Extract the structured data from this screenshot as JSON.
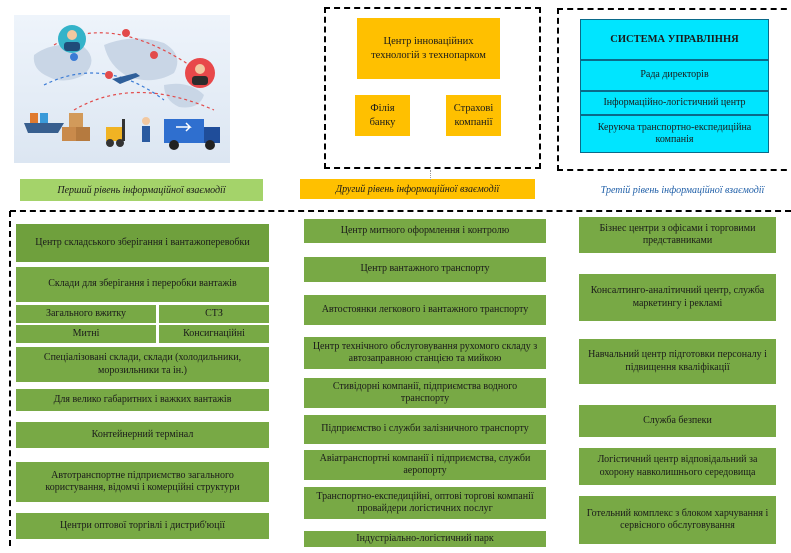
{
  "level1_label": "Перший рівень інформаційної взаємодії",
  "level2_label": "Другий рівень інформаційної взаємодії",
  "level3_label": "Третій рівень інформаційної взаємодії",
  "level2": {
    "innovation_center": "Центр інноваційних технологій з технопарком",
    "bank_branch": "Філія банку",
    "insurance": "Страхові компанії"
  },
  "level3": {
    "title": "СИСТЕМА УПРАВЛІННЯ",
    "board": "Рада директорів",
    "info_center": "Інформаційно-логістичний центр",
    "managing_company": "Керуюча транспортно-експедиційна компанія"
  },
  "left": {
    "warehouse_center": "Центр складського зберігання і вантажоперевобки",
    "storage": "Склади для зберігання і переробки вантажів",
    "general_use": "Загального вжитку",
    "stz": "СТЗ",
    "customs": "Митні",
    "consignment": "Консигнаційні",
    "specialized": "Спеціалізовані склади, склади (холодильники, морозильники та ін.)",
    "oversized": "Для велико габаритних і важких вантажів",
    "container": "Контейнерний термінал",
    "motor_transport": "Автотранспортне підприємство загального користування, відомчі і комерційні структури",
    "wholesale": "Центри оптової торгівлі і дистриб'юції"
  },
  "middle": [
    "Центр митного оформлення і контролю",
    "Центр вантажного транспорту",
    "Автостоянки легкового і вантажного транспорту",
    "Центр технічного обслуговування рухомого складу з автозаправною станцією та мийкою",
    "Стивідорні компанії, підприємства водного транспорту",
    "Підприємство і служби залізничного транспорту",
    "Авіатранспортні компанії і підприємства, служби аеропорту",
    "Транспортно-експедиційні, оптові торгові компанії провайдери логістичних послуг",
    "Індустріально-логістичний парк"
  ],
  "right": [
    "Бізнес центри з офісами і торговими представниками",
    "Консалтинго-аналітичний центр, служба маркетингу і рекламі",
    "Навчальний центр підготовки персоналу і підвищення кваліфікації",
    "Служба безпеки",
    "Логістичний центр відповідальний за охорону навколишнього середовища",
    "Готельний комплекс з блоком харчування і сервісного обслуговування"
  ]
}
